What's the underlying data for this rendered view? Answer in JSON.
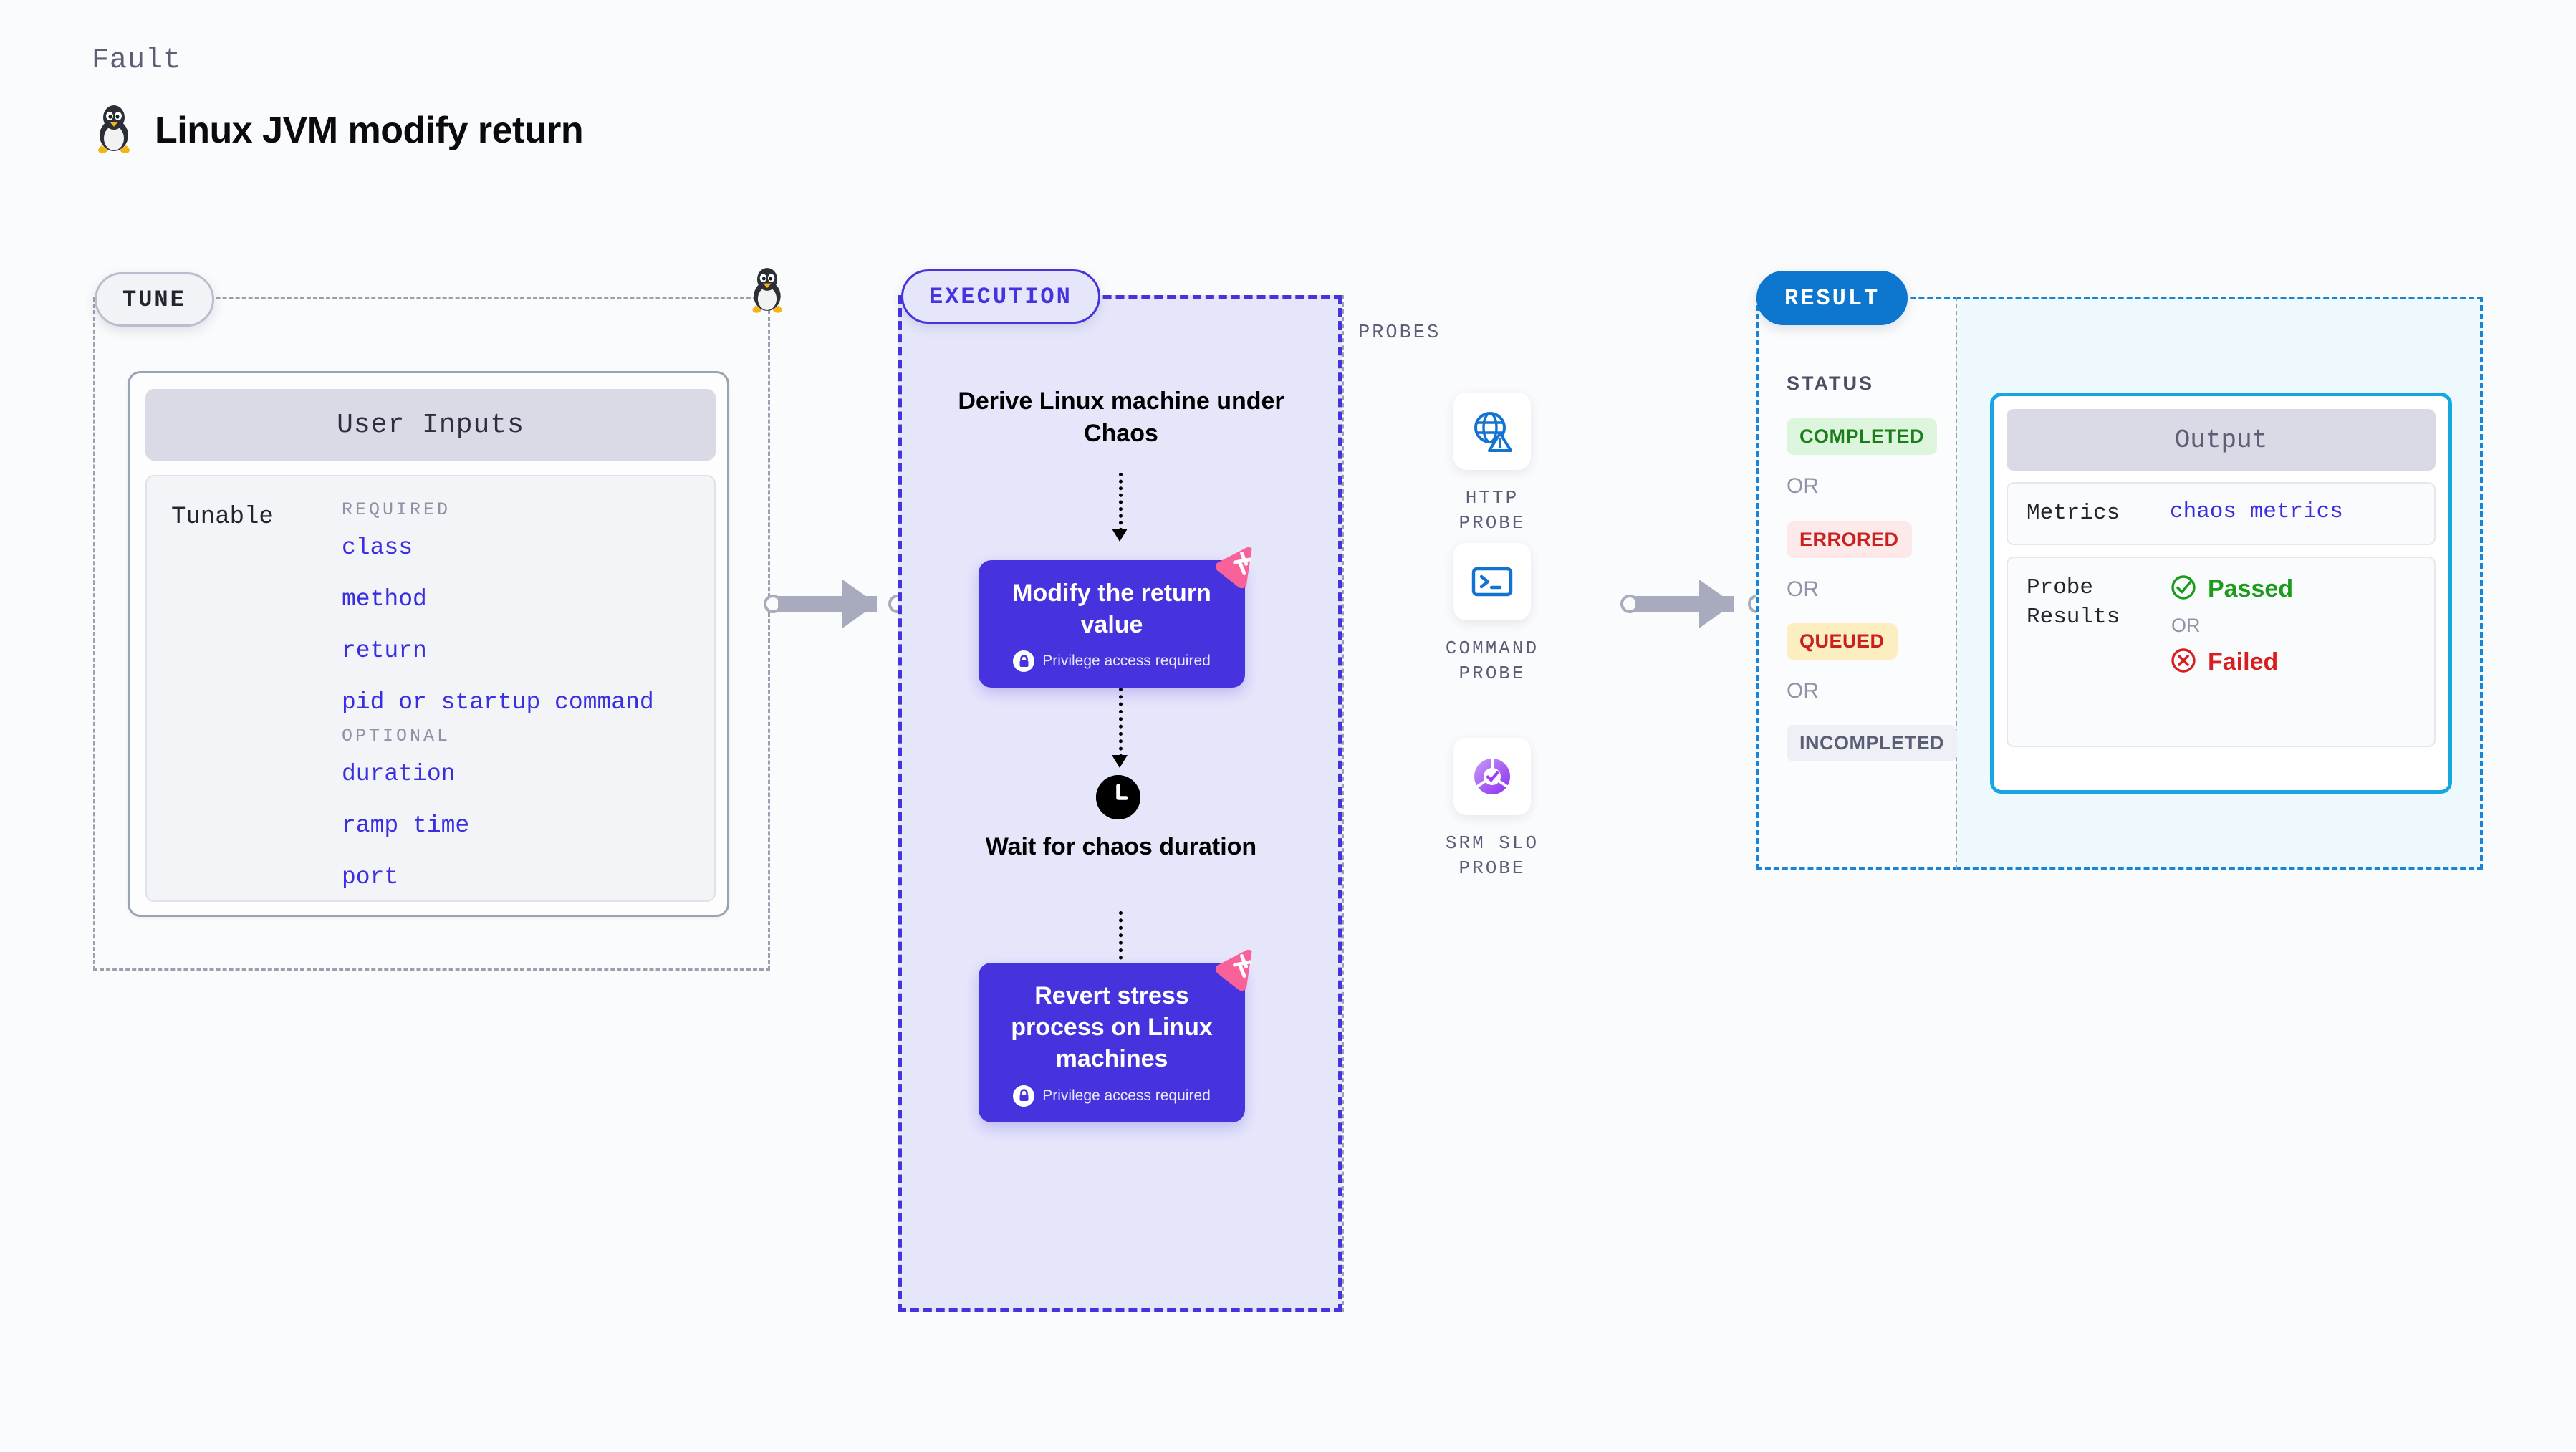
{
  "header": {
    "eyebrow": "Fault",
    "title": "Linux JVM modify return",
    "icon": "linux-penguin-icon"
  },
  "tune": {
    "tag": "TUNE",
    "card_header": "User Inputs",
    "tunable_label": "Tunable",
    "required_caption": "REQUIRED",
    "required": [
      "class",
      "method",
      "return",
      "pid or startup command"
    ],
    "optional_caption": "OPTIONAL",
    "optional": [
      "duration",
      "ramp time",
      "port"
    ]
  },
  "execution": {
    "tag": "EXECUTION",
    "step1": "Derive Linux machine under Chaos",
    "step2": {
      "title": "Modify the return value",
      "privilege": "Privilege access required"
    },
    "step3": "Wait for chaos duration",
    "step4": {
      "title": "Revert stress process on Linux machines",
      "privilege": "Privilege access required"
    }
  },
  "probes": {
    "caption": "PROBES",
    "items": [
      {
        "label": "HTTP PROBE",
        "icon": "globe-warning-icon"
      },
      {
        "label": "COMMAND PROBE",
        "icon": "terminal-icon"
      },
      {
        "label": "SRM SLO PROBE",
        "icon": "slo-donut-check-icon"
      }
    ]
  },
  "result": {
    "tag": "RESULT",
    "status_caption": "STATUS",
    "or": "OR",
    "statuses": [
      {
        "label": "COMPLETED",
        "color": "#1a7f1a",
        "bg": "#ddf5dd"
      },
      {
        "label": "ERRORED",
        "color": "#c92020",
        "bg": "#fde9e9"
      },
      {
        "label": "QUEUED",
        "color": "#c92020",
        "bg": "#fdeec2"
      },
      {
        "label": "INCOMPLETED",
        "color": "#5b5f75",
        "bg": "#eff0f5"
      }
    ],
    "output": {
      "header": "Output",
      "metrics_key": "Metrics",
      "metrics_value": "chaos metrics",
      "probe_results_key": "Probe Results",
      "passed": "Passed",
      "failed": "Failed",
      "or": "OR"
    }
  },
  "colors": {
    "purple": "#4733dd",
    "blue": "#0d76ce",
    "cyan": "#18a6e0",
    "pink": "#f9619a",
    "green": "#1a7f1a",
    "red": "#d81f1f"
  }
}
